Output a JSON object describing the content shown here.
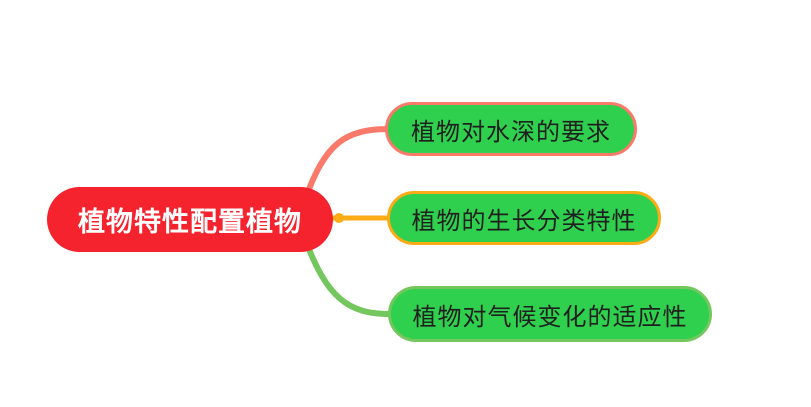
{
  "canvas": {
    "background": "#ffffff"
  },
  "mindmap": {
    "root": {
      "label": "植物特性配置植物",
      "fill": "#f5232e",
      "text_color": "#ffffff"
    },
    "children": [
      {
        "label": "植物对水深的要求",
        "fill": "#2fd04e",
        "border_color": "#f9796b",
        "text_color": "#1f1f1f"
      },
      {
        "label": "植物的生长分类特性",
        "fill": "#2fd04e",
        "border_color": "#fbab16",
        "text_color": "#1f1f1f"
      },
      {
        "label": "植物对气候变化的适应性",
        "fill": "#2fd04e",
        "border_color": "#74c65e",
        "text_color": "#1f1f1f"
      }
    ],
    "connections": [
      {
        "from": "root",
        "to": "child-1",
        "color": "#f9796b",
        "style": "curved-up"
      },
      {
        "from": "root",
        "to": "child-2",
        "color": "#fbab16",
        "style": "straight"
      },
      {
        "from": "root",
        "to": "child-3",
        "color": "#74c65e",
        "style": "curved-down"
      }
    ]
  }
}
